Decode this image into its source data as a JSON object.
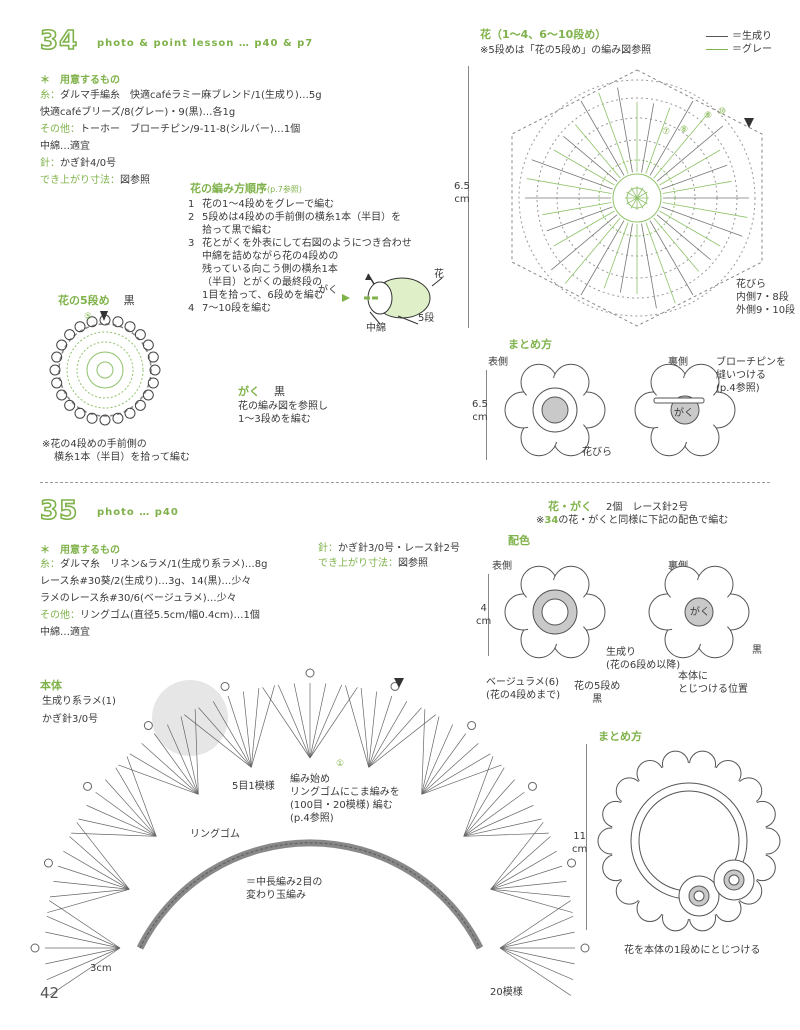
{
  "p34": {
    "number": "34",
    "subtitle": "photo & point lesson … p40 & p7",
    "materials_title": "＊　用意するもの",
    "mat": [
      {
        "k": "糸：",
        "v": "ダルマ手編糸　快適caféラミー麻ブレンド/1(生成り)…5g"
      },
      {
        "k": "",
        "v": "快適caféブリーズ/8(グレー)・9(黒)…各1g"
      },
      {
        "k": "その他：",
        "v": "トーホー　ブローチピン/9-11-8(シルバー)…1個"
      },
      {
        "k": "",
        "v": "中綿…適宜"
      },
      {
        "k": "針：",
        "v": "かぎ針4/0号"
      },
      {
        "k": "でき上がり寸法：",
        "v": "図参照"
      }
    ],
    "order_title": "花の編み方順序",
    "order_ref": "(p.7参照)",
    "steps": [
      {
        "n": "1",
        "lines": [
          "花の1～4段めをグレーで編む"
        ]
      },
      {
        "n": "2",
        "lines": [
          "5段めは4段めの手前側の横糸1本（半目）を",
          "拾って黒で編む"
        ]
      },
      {
        "n": "3",
        "lines": [
          "花とがくを外表にして右図のようにつき合わせ",
          "中綿を詰めながら花の4段めの",
          "残っている向こう側の横糸1本",
          "（半目）とがくの最終段の",
          "1目を拾って、6段めを編む"
        ]
      },
      {
        "n": "4",
        "lines": [
          "7～10段を編む"
        ]
      }
    ],
    "flower5_title": "花の5段め",
    "flower5_color": "黒",
    "flower5_note": [
      "※花の4段めの手前側の",
      "横糸1本（半目）を拾って編む"
    ],
    "calyx_title": "がく",
    "calyx_color": "黒",
    "calyx_note": [
      "花の編み図を参照し",
      "1～3段めを編む"
    ],
    "fig_labels": {
      "gaku": "がく",
      "hana": "花",
      "nakawata": "中綿",
      "dan5": "5段"
    },
    "chart_title": "花（1～4、6～10段め）",
    "chart_note": "※5段めは「花の5段め」の編み図参照",
    "legend": [
      {
        "line": "ーー",
        "label": "＝生成り"
      },
      {
        "line": "ーー",
        "label": "＝グレー"
      }
    ],
    "size_label": "6.5\ncm",
    "petal_label": [
      "花びら",
      "内側7・8段",
      "外側9・10段"
    ],
    "matome_title": "まとめ方",
    "front": "表側",
    "back": "裏側",
    "size2": "6.5\ncm",
    "petal2": "花びら",
    "gaku2": "がく",
    "pin_note": [
      "ブローチピンを",
      "縫いつける",
      "(p.4参照)"
    ]
  },
  "p35": {
    "number": "35",
    "subtitle": "photo … p40",
    "materials_title": "＊　用意するもの",
    "mat": [
      {
        "k": "糸：",
        "v": "ダルマ糸　リネン&ラメ/1(生成り系ラメ)…8g"
      },
      {
        "k": "",
        "v": "レース糸#30葵/2(生成り)…3g、14(黒)…少々"
      },
      {
        "k": "",
        "v": "ラメのレース糸#30/6(ベージュラメ)…少々"
      },
      {
        "k": "その他：",
        "v": "リングゴム(直径5.5cm/幅0.4cm)…1個"
      },
      {
        "k": "",
        "v": "中綿…適宜"
      }
    ],
    "needle": {
      "k": "針：",
      "v": "かぎ針3/0号・レース針2号"
    },
    "size": {
      "k": "でき上がり寸法：",
      "v": "図参照"
    },
    "flower_title": "花・がく",
    "flower_count": "2個　レース針2号",
    "flower_note_num": "34",
    "flower_note": "の花・がくと同様に下記の配色で編む",
    "haishoku": "配色",
    "front": "表側",
    "back": "裏側",
    "size_4cm": "4\ncm",
    "kinari": [
      "生成り",
      "(花の6段め以降)"
    ],
    "kuro": "黒",
    "beige": [
      "ベージュラメ(6)",
      "(花の4段めまで)"
    ],
    "dan5": [
      "花の5段め",
      "黒"
    ],
    "gaku": "がく",
    "attach": [
      "本体に",
      "とじつける位置"
    ],
    "body_title": "本体",
    "body_yarn": "生成り系ラメ(1)",
    "body_hook": "かぎ針3/0号",
    "one_pattern": "5目1模様",
    "start_note": [
      "編み始め",
      "リングゴムにこま編みを",
      "(100目・20模様) 編む",
      "(p.4参照)"
    ],
    "ring": "リングゴム",
    "legend_sym": [
      "＝中長編み2目の",
      "変わり玉編み"
    ],
    "cm3": "3cm",
    "pattern20": "20模様",
    "matome": "まとめ方",
    "size11": "11\ncm",
    "final_note": "花を本体の1段めにとじつける"
  },
  "page_number": "42"
}
